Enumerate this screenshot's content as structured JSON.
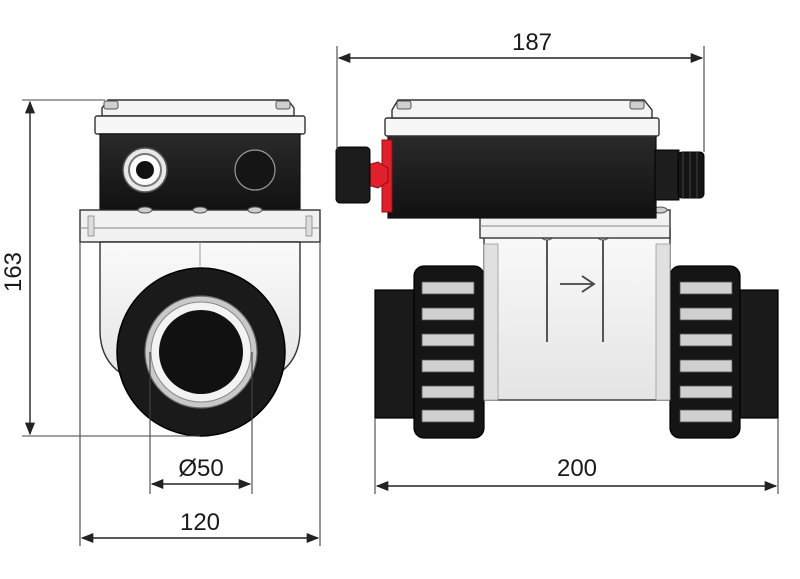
{
  "dimensions": {
    "width_top": "187",
    "height_left": "163",
    "pipe_diameter": "Ø50",
    "width_front": "120",
    "length_side": "200"
  },
  "colors": {
    "line": "#222222",
    "body_dark": "#1e1e1e",
    "housing_light": "#f2f2f2",
    "housing_mid": "#e2e2e2",
    "accent_red": "#e0202a"
  },
  "flow_arrow": "→"
}
